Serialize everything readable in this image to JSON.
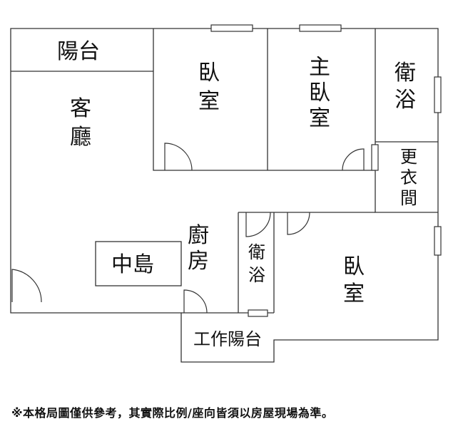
{
  "plan": {
    "rooms": {
      "balcony": "陽台",
      "living_room": [
        "客",
        "廳"
      ],
      "bedroom_top": [
        "臥",
        "室"
      ],
      "master_bedroom": [
        "主",
        "臥",
        "室"
      ],
      "bathroom_top": [
        "衛",
        "浴"
      ],
      "walk_in_closet": [
        "更",
        "衣",
        "間"
      ],
      "island": "中島",
      "kitchen": [
        "廚",
        "房"
      ],
      "bathroom_middle": [
        "衛",
        "浴"
      ],
      "bedroom_bottom": [
        "臥",
        "室"
      ],
      "service_balcony": "工作陽台"
    }
  },
  "disclaimer": "※本格局圖僅供參考，其實際比例/座向皆須以房屋現場為準。"
}
